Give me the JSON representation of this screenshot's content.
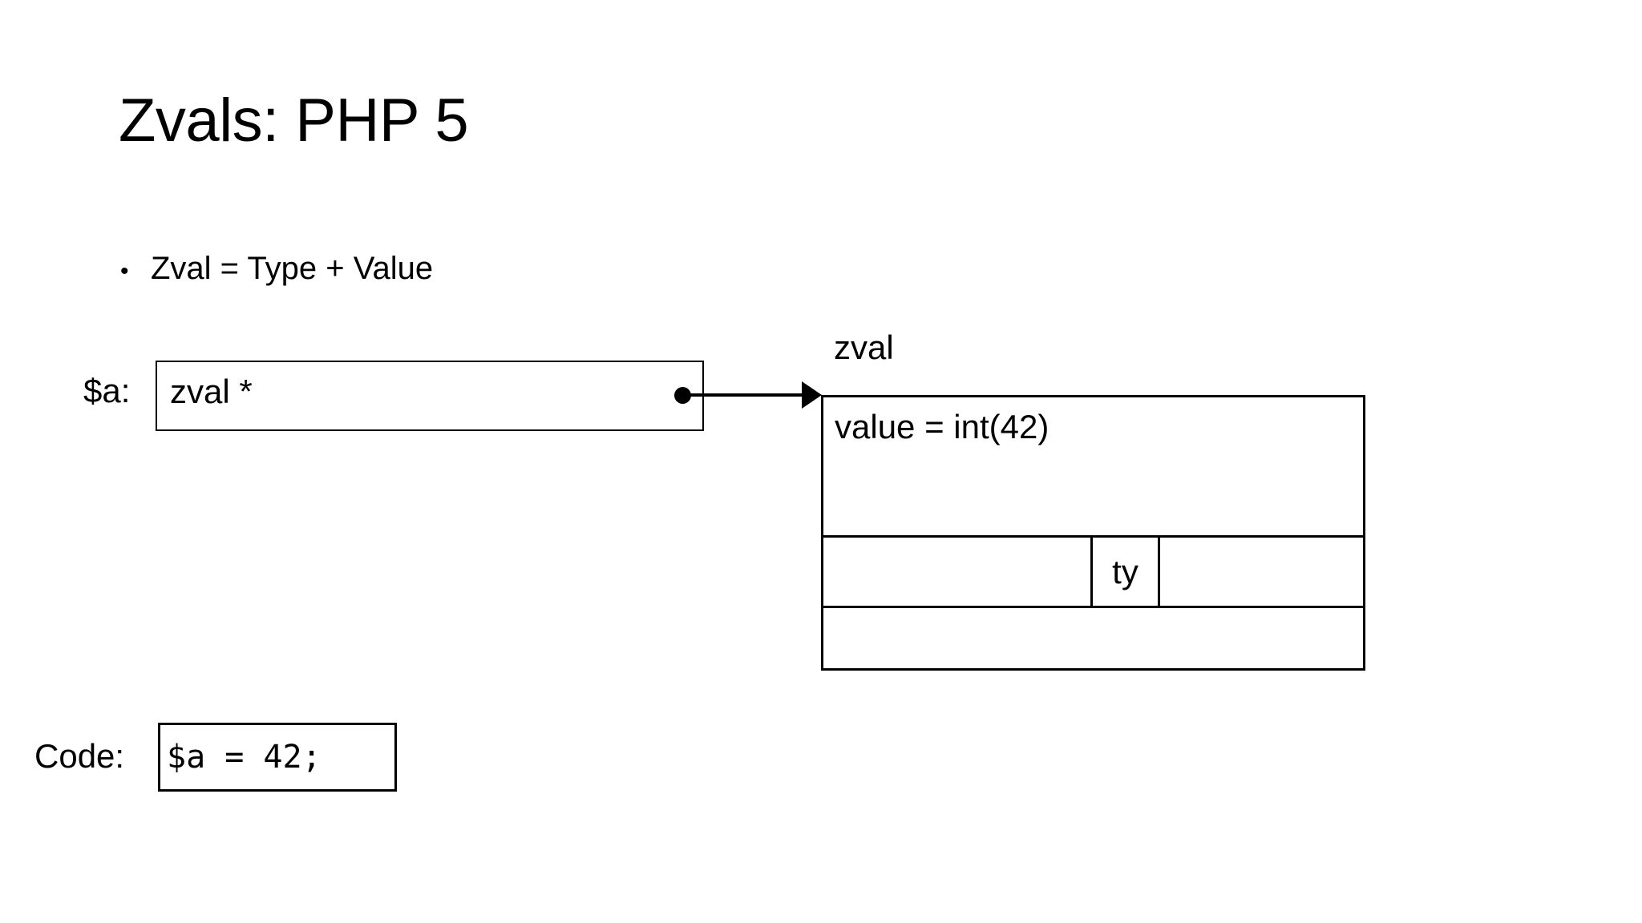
{
  "slide": {
    "title": "Zvals: PHP 5",
    "background_color": "#ffffff",
    "text_color": "#000000"
  },
  "bullets": [
    {
      "marker": "•",
      "text": "Zval = Type + Value"
    }
  ],
  "pointer_variable": {
    "label": "$a:",
    "box_text": "zval *",
    "dot_icon": "filled-dot-icon",
    "arrow_icon": "arrow-right-icon"
  },
  "zval_struct": {
    "caption": "zval",
    "rows": [
      {
        "cells": [
          {
            "text": "value = int(42)",
            "span": "full"
          }
        ]
      },
      {
        "cells": [
          {
            "text": ""
          },
          {
            "text": "ty"
          },
          {
            "text": ""
          }
        ]
      },
      {
        "cells": [
          {
            "text": "",
            "span": "full"
          }
        ]
      }
    ]
  },
  "code": {
    "label": "Code:",
    "snippet": "$a = 42;"
  }
}
